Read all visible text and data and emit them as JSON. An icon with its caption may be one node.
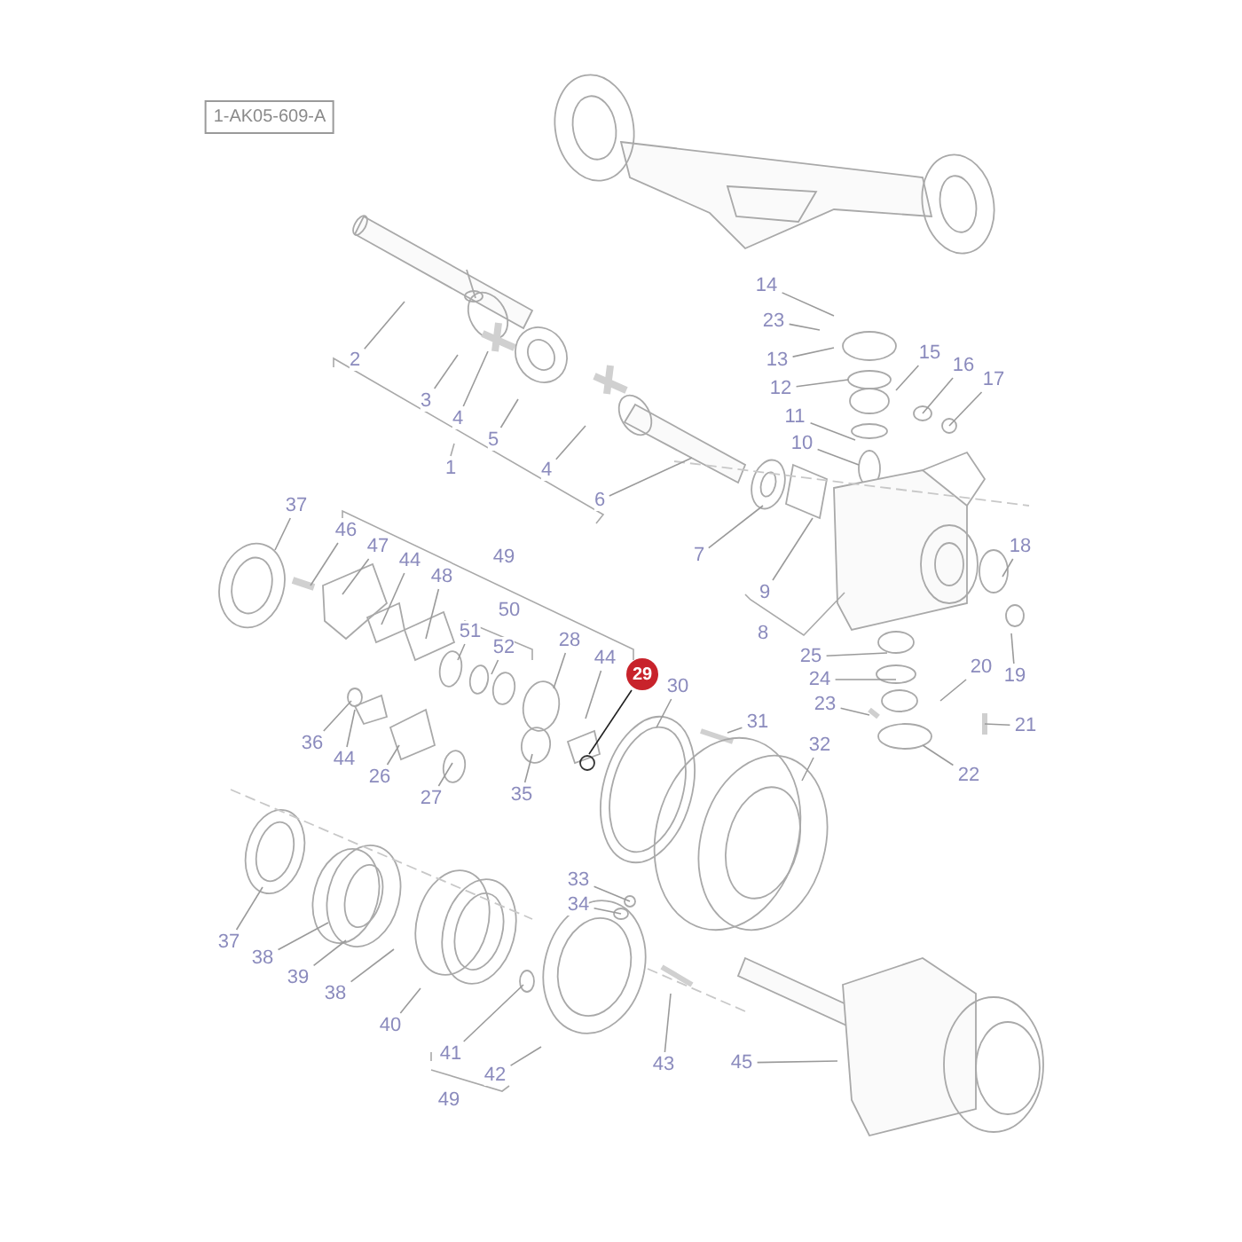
{
  "diagram": {
    "nodes": [
      {
        "text": [
          "1-AK05-609-A"
        ]
      },
      {
        "text": [
          "14"
        ]
      },
      {
        "text": [
          "23"
        ]
      },
      {
        "text": [
          "2"
        ]
      },
      {
        "text": [
          "13"
        ]
      },
      {
        "text": [
          "15"
        ]
      },
      {
        "text": [
          "16"
        ]
      },
      {
        "text": [
          "17"
        ]
      },
      {
        "text": [
          "12"
        ]
      },
      {
        "text": [
          "3"
        ]
      },
      {
        "text": [
          "11"
        ]
      },
      {
        "text": [
          "4"
        ]
      },
      {
        "text": [
          "5"
        ]
      },
      {
        "text": [
          "10"
        ]
      },
      {
        "text": [
          "4"
        ]
      },
      {
        "text": [
          "6"
        ]
      },
      {
        "text": [
          "37"
        ]
      },
      {
        "text": [
          "46"
        ]
      },
      {
        "text": [
          "47"
        ]
      },
      {
        "text": [
          "18"
        ]
      },
      {
        "text": [
          "7"
        ]
      },
      {
        "text": [
          "44"
        ]
      },
      {
        "text": [
          "48"
        ]
      },
      {
        "text": [
          "9"
        ]
      },
      {
        "text": [
          "51"
        ]
      },
      {
        "text": [
          "28"
        ]
      },
      {
        "text": [
          "52"
        ]
      },
      {
        "text": [
          "25"
        ]
      },
      {
        "text": [
          "44"
        ]
      },
      {
        "text": [
          "29"
        ]
      },
      {
        "text": [
          "20"
        ]
      },
      {
        "text": [
          "19"
        ]
      },
      {
        "text": [
          "24"
        ]
      },
      {
        "text": [
          "30"
        ]
      },
      {
        "text": [
          "23"
        ]
      },
      {
        "text": [
          "31"
        ]
      },
      {
        "text": [
          "21"
        ]
      },
      {
        "text": [
          "36"
        ]
      },
      {
        "text": [
          "32"
        ]
      },
      {
        "text": [
          "44"
        ]
      },
      {
        "text": [
          "22"
        ]
      },
      {
        "text": [
          "26"
        ]
      },
      {
        "text": [
          "35"
        ]
      },
      {
        "text": [
          "27"
        ]
      },
      {
        "text": [
          "33"
        ]
      },
      {
        "text": [
          "34"
        ]
      },
      {
        "text": [
          "37"
        ]
      },
      {
        "text": [
          "38"
        ]
      },
      {
        "text": [
          "39"
        ]
      },
      {
        "text": [
          "38"
        ]
      },
      {
        "text": [
          "40"
        ]
      },
      {
        "text": [
          "41"
        ]
      },
      {
        "text": [
          "43"
        ]
      },
      {
        "text": [
          "45"
        ]
      },
      {
        "text": [
          "42"
        ]
      },
      {
        "text": [
          "1"
        ]
      },
      {
        "text": [
          "8"
        ]
      },
      {
        "text": [
          "49"
        ]
      },
      {
        "text": [
          "50"
        ]
      },
      {
        "text": [
          "49"
        ]
      }
    ],
    "edges": [
      {
        "from": 1,
        "to": null,
        "arrow": "none"
      },
      {
        "from": 2,
        "to": null,
        "arrow": "none"
      },
      {
        "from": 3,
        "to": null,
        "arrow": "none"
      },
      {
        "from": 4,
        "to": null,
        "arrow": "none"
      },
      {
        "from": 5,
        "to": null,
        "arrow": "none"
      },
      {
        "from": 6,
        "to": null,
        "arrow": "none"
      },
      {
        "from": 7,
        "to": null,
        "arrow": "none"
      },
      {
        "from": 8,
        "to": null,
        "arrow": "none"
      },
      {
        "from": 9,
        "to": null,
        "arrow": "none"
      },
      {
        "from": 10,
        "to": null,
        "arrow": "none"
      },
      {
        "from": 11,
        "to": null,
        "arrow": "none"
      },
      {
        "from": 12,
        "to": null,
        "arrow": "none"
      },
      {
        "from": 13,
        "to": null,
        "arrow": "none"
      },
      {
        "from": 14,
        "to": null,
        "arrow": "none"
      },
      {
        "from": 15,
        "to": null,
        "arrow": "none"
      },
      {
        "from": 16,
        "to": null,
        "arrow": "none"
      },
      {
        "from": 17,
        "to": null,
        "arrow": "none"
      },
      {
        "from": 18,
        "to": null,
        "arrow": "none"
      },
      {
        "from": 19,
        "to": null,
        "arrow": "none"
      },
      {
        "from": 20,
        "to": null,
        "arrow": "none"
      },
      {
        "from": 21,
        "to": null,
        "arrow": "none"
      },
      {
        "from": 22,
        "to": null,
        "arrow": "none"
      },
      {
        "from": 23,
        "to": null,
        "arrow": "none"
      },
      {
        "from": 24,
        "to": null,
        "arrow": "none"
      },
      {
        "from": 25,
        "to": null,
        "arrow": "none"
      },
      {
        "from": 26,
        "to": null,
        "arrow": "none"
      },
      {
        "from": 27,
        "to": null,
        "arrow": "none"
      },
      {
        "from": 28,
        "to": null,
        "arrow": "none"
      },
      {
        "from": 29,
        "to": null,
        "arrow": "none",
        "color": "#222222"
      },
      {
        "from": 30,
        "to": null,
        "arrow": "none"
      },
      {
        "from": 31,
        "to": null,
        "arrow": "none"
      },
      {
        "from": 32,
        "to": null,
        "arrow": "none"
      },
      {
        "from": 33,
        "to": null,
        "arrow": "none"
      },
      {
        "from": 34,
        "to": null,
        "arrow": "none"
      },
      {
        "from": 35,
        "to": null,
        "arrow": "none"
      },
      {
        "from": 36,
        "to": null,
        "arrow": "none"
      },
      {
        "from": 37,
        "to": null,
        "arrow": "none"
      },
      {
        "from": 38,
        "to": null,
        "arrow": "none"
      },
      {
        "from": 39,
        "to": null,
        "arrow": "none"
      },
      {
        "from": 40,
        "to": null,
        "arrow": "none"
      },
      {
        "from": 41,
        "to": null,
        "arrow": "none"
      },
      {
        "from": 42,
        "to": null,
        "arrow": "none"
      },
      {
        "from": 43,
        "to": null,
        "arrow": "none"
      },
      {
        "from": 44,
        "to": null,
        "arrow": "none"
      },
      {
        "from": 45,
        "to": null,
        "arrow": "none"
      },
      {
        "from": 46,
        "to": null,
        "arrow": "none"
      },
      {
        "from": 47,
        "to": null,
        "arrow": "none"
      },
      {
        "from": 48,
        "to": null,
        "arrow": "none"
      },
      {
        "from": 49,
        "to": null,
        "arrow": "none"
      },
      {
        "from": 50,
        "to": null,
        "arrow": "none"
      },
      {
        "from": 51,
        "to": null,
        "arrow": "none"
      },
      {
        "from": 52,
        "to": null,
        "arrow": "none"
      },
      {
        "from": 53,
        "to": null,
        "arrow": "none"
      },
      {
        "from": 54,
        "to": null,
        "arrow": "none"
      }
    ]
  }
}
